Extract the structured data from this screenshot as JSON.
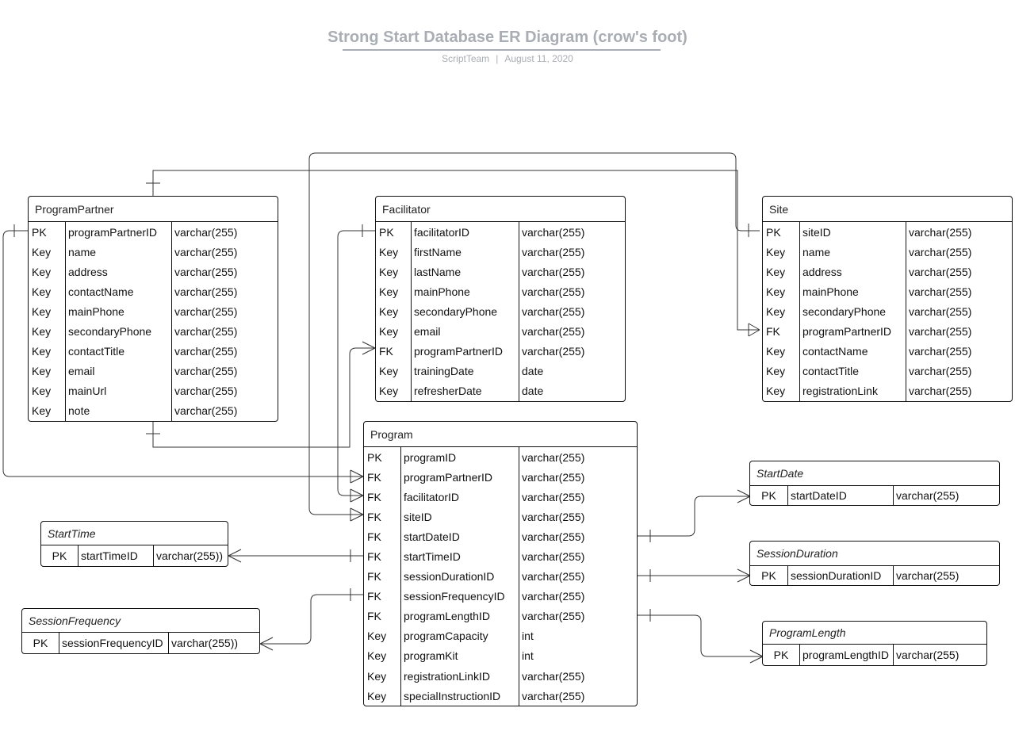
{
  "title": "Strong Start Database ER Diagram (crow's foot)",
  "author": "ScriptTeam",
  "separator": "|",
  "date": "August 11, 2020",
  "entities": {
    "programPartner": {
      "name": "ProgramPartner",
      "rows": [
        [
          "PK",
          "programPartnerID",
          "varchar(255)"
        ],
        [
          "Key",
          "name",
          "varchar(255)"
        ],
        [
          "Key",
          "address",
          "varchar(255)"
        ],
        [
          "Key",
          "contactName",
          "varchar(255)"
        ],
        [
          "Key",
          "mainPhone",
          "varchar(255)"
        ],
        [
          "Key",
          "secondaryPhone",
          "varchar(255)"
        ],
        [
          "Key",
          "contactTitle",
          "varchar(255)"
        ],
        [
          "Key",
          "email",
          "varchar(255)"
        ],
        [
          "Key",
          "mainUrl",
          "varchar(255)"
        ],
        [
          "Key",
          "note",
          "varchar(255)"
        ]
      ]
    },
    "facilitator": {
      "name": "Facilitator",
      "rows": [
        [
          "PK",
          "facilitatorID",
          "varchar(255)"
        ],
        [
          "Key",
          "firstName",
          "varchar(255)"
        ],
        [
          "Key",
          "lastName",
          "varchar(255)"
        ],
        [
          "Key",
          "mainPhone",
          "varchar(255)"
        ],
        [
          "Key",
          "secondaryPhone",
          "varchar(255)"
        ],
        [
          "Key",
          "email",
          "varchar(255)"
        ],
        [
          "FK",
          "programPartnerID",
          "varchar(255)"
        ],
        [
          "Key",
          "trainingDate",
          "date"
        ],
        [
          "Key",
          "refresherDate",
          "date"
        ]
      ]
    },
    "site": {
      "name": "Site",
      "rows": [
        [
          "PK",
          "siteID",
          "varchar(255)"
        ],
        [
          "Key",
          "name",
          "varchar(255)"
        ],
        [
          "Key",
          "address",
          "varchar(255)"
        ],
        [
          "Key",
          "mainPhone",
          "varchar(255)"
        ],
        [
          "Key",
          "secondaryPhone",
          "varchar(255)"
        ],
        [
          "FK",
          "programPartnerID",
          "varchar(255)"
        ],
        [
          "Key",
          "contactName",
          "varchar(255)"
        ],
        [
          "Key",
          "contactTitle",
          "varchar(255)"
        ],
        [
          "Key",
          "registrationLink",
          "varchar(255)"
        ]
      ]
    },
    "program": {
      "name": "Program",
      "rows": [
        [
          "PK",
          "programID",
          "varchar(255)"
        ],
        [
          "FK",
          "programPartnerID",
          "varchar(255)"
        ],
        [
          "FK",
          "facilitatorID",
          "varchar(255)"
        ],
        [
          "FK",
          "siteID",
          "varchar(255)"
        ],
        [
          "FK",
          "startDateID",
          "varchar(255)"
        ],
        [
          "FK",
          "startTimeID",
          "varchar(255)"
        ],
        [
          "FK",
          "sessionDurationID",
          "varchar(255)"
        ],
        [
          "FK",
          "sessionFrequencyID",
          "varchar(255)"
        ],
        [
          "FK",
          "programLengthID",
          "varchar(255)"
        ],
        [
          "Key",
          "programCapacity",
          "int"
        ],
        [
          "Key",
          "programKit",
          "int"
        ],
        [
          "Key",
          "registrationLinkID",
          "varchar(255)"
        ],
        [
          "Key",
          "specialInstructionID",
          "varchar(255)"
        ]
      ]
    },
    "startDate": {
      "name": "StartDate",
      "rows": [
        [
          "PK",
          "startDateID",
          "varchar(255)"
        ]
      ]
    },
    "sessionDuration": {
      "name": "SessionDuration",
      "rows": [
        [
          "PK",
          "sessionDurationID",
          "varchar(255)"
        ]
      ]
    },
    "programLength": {
      "name": "ProgramLength",
      "rows": [
        [
          "PK",
          "programLengthID",
          "varchar(255)"
        ]
      ]
    },
    "startTime": {
      "name": "StartTime",
      "rows": [
        [
          "PK",
          "startTimeID",
          "varchar(255))"
        ]
      ]
    },
    "sessionFrequency": {
      "name": "SessionFrequency",
      "rows": [
        [
          "PK",
          "sessionFrequencyID",
          "varchar(255))"
        ]
      ]
    }
  }
}
